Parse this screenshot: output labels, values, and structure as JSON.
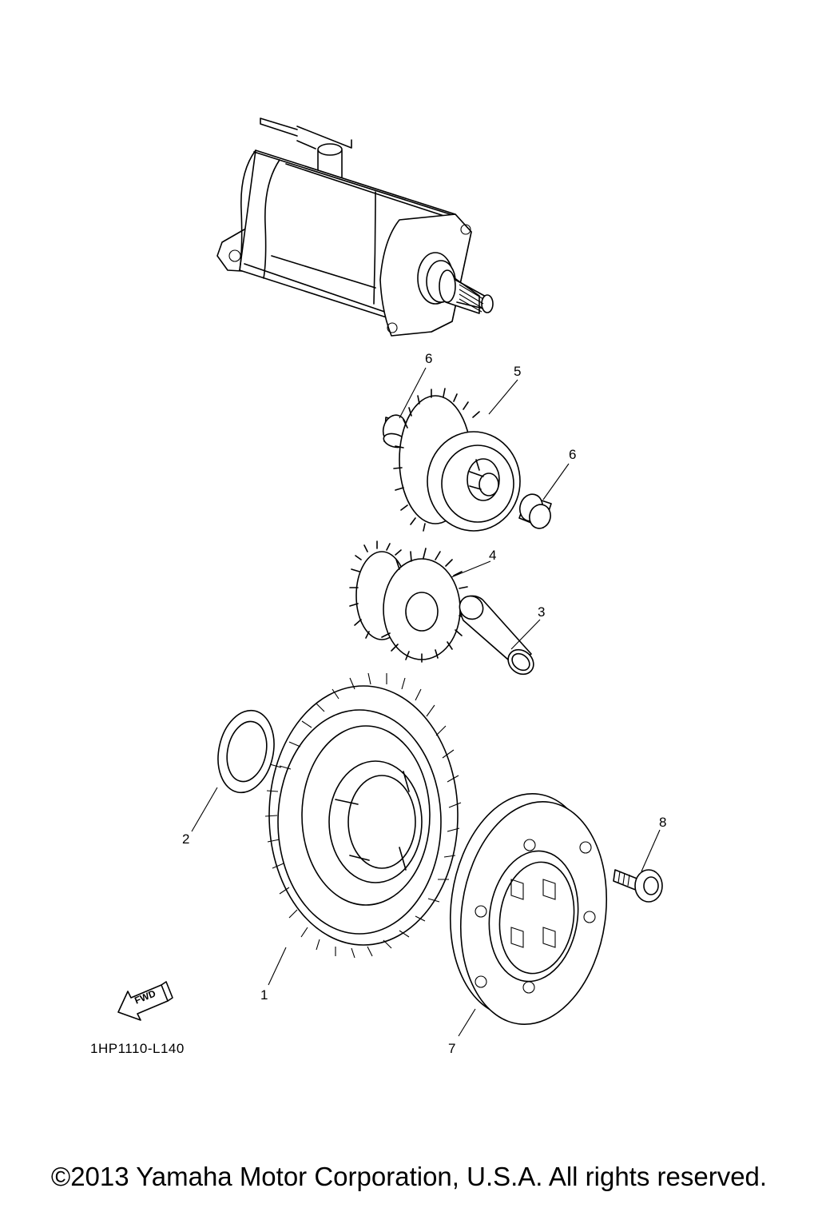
{
  "diagram": {
    "callouts": [
      {
        "id": "1",
        "label": "1"
      },
      {
        "id": "2",
        "label": "2"
      },
      {
        "id": "3",
        "label": "3"
      },
      {
        "id": "4",
        "label": "4"
      },
      {
        "id": "5",
        "label": "5"
      },
      {
        "id": "6a",
        "label": "6"
      },
      {
        "id": "6b",
        "label": "6"
      },
      {
        "id": "7",
        "label": "7"
      },
      {
        "id": "8",
        "label": "8"
      }
    ],
    "fwd_label": "FWD",
    "drawing_code": "1HP1110-L140"
  },
  "footer": {
    "copyright": "©2013 Yamaha Motor Corporation, U.S.A. All rights reserved."
  }
}
